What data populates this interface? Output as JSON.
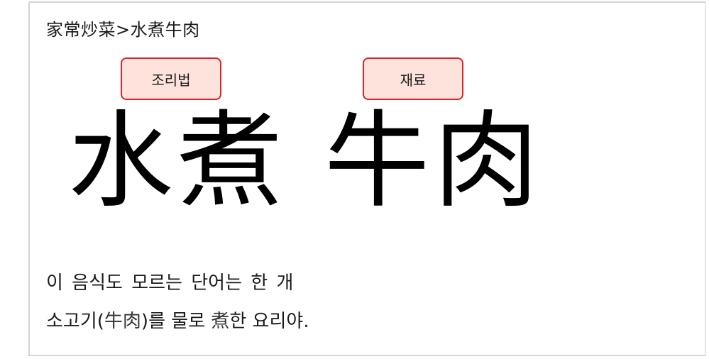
{
  "breadcrumb": {
    "category": "家常炒菜",
    "separator": ">",
    "dish": "水煮牛肉"
  },
  "tabs": {
    "recipe_label": "조리법",
    "ingredients_label": "재료"
  },
  "title": {
    "text": "水煮 牛肉"
  },
  "description": {
    "line1": "이 음식도 모르는 단어는 한 개",
    "line2_pre": "소고기(",
    "line2_word": "牛肉",
    "line2_mid": ")를 물로 ",
    "line2_verb": "煮",
    "line2_post": "한 요리야."
  },
  "colors": {
    "tab_fill": "#fde3dc",
    "tab_border": "#d9242a"
  }
}
